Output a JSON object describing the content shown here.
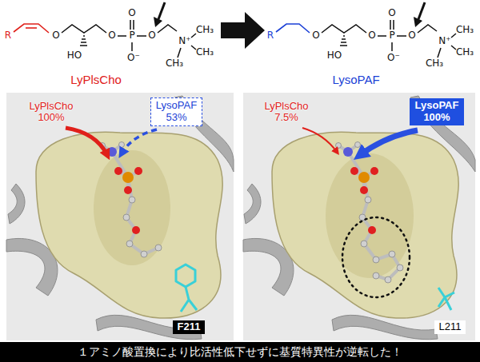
{
  "diagram": {
    "nodes": [
      {
        "text": [
          "LysoPAF 53%"
        ]
      },
      {
        "text": [
          "LysoPAF 100%"
        ]
      },
      {
        "text": [
          "F211"
        ]
      },
      {
        "text": [
          "L211"
        ]
      },
      {
        "text": [
          "１アミノ酸置換により比活性低下せずに基質特異性が逆転した！"
        ]
      }
    ],
    "labels": [
      "R",
      "O",
      "HO",
      "O",
      "P",
      "O",
      "O⁻",
      "O",
      "N⁺",
      "CH₃",
      "CH₃",
      "CH₃",
      "LyPlsCho",
      "R",
      "O",
      "HO",
      "O",
      "P",
      "O",
      "O⁻",
      "O",
      "N⁺",
      "CH₃",
      "CH₃",
      "CH₃",
      "LysoPAF",
      "LyPlsCho 100%",
      "LyPlsCho 7.5%"
    ]
  }
}
